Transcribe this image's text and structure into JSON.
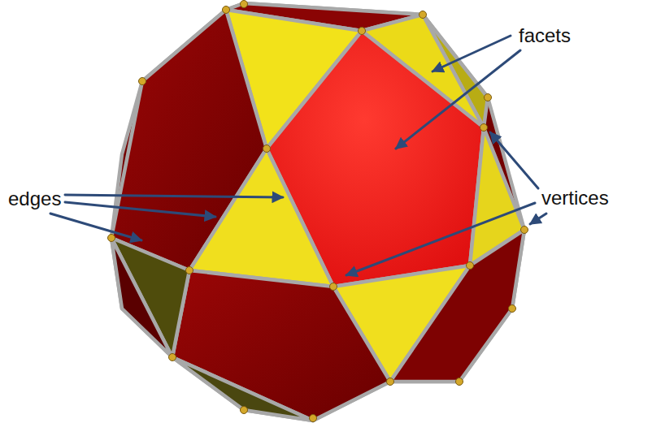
{
  "diagram": {
    "labels": [
      "facets",
      "edges",
      "vertices"
    ]
  }
}
